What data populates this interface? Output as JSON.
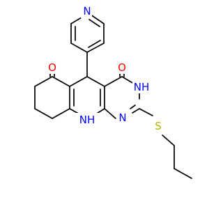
{
  "structure": {
    "atom_labels": {
      "pyridine_n": "N",
      "ketone_o": "O",
      "amide_o": "O",
      "amide_nh": "NH",
      "ring_n": "N",
      "thioether_s": "S",
      "amine_nh": "NH"
    },
    "colors": {
      "bond": "#000000",
      "nitrogen": "#0000ff",
      "oxygen": "#ff0000",
      "sulfur": "#b2b200",
      "hydrogen": "#000000",
      "background": "#ffffff"
    }
  }
}
